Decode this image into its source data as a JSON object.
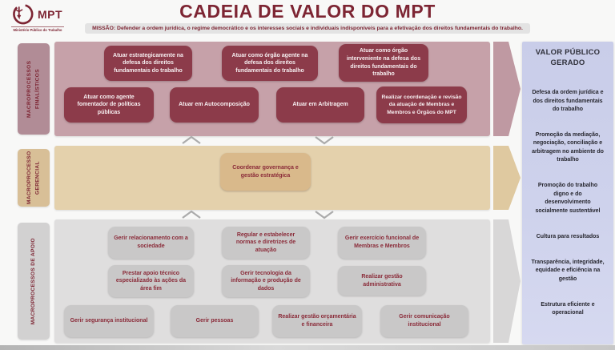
{
  "header": {
    "logo_text": "MPT",
    "logo_subtext": "Ministério Público do Trabalho",
    "title": "CADEIA DE VALOR DO MPT",
    "mission_label": "MISSÃO:",
    "mission_text": "Defender a ordem jurídica, o regime democrático e os interesses sociais e individuais indisponíveis para a efetivação dos direitos fundamentais do trabalho."
  },
  "bands": [
    {
      "label": "MACROPROCESSOS FINALÍSTICOS",
      "boxes": [
        "Atuar estrategicamente na defesa dos direitos fundamentais do trabalho",
        "Atuar como órgão agente na defesa dos direitos fundamentais do trabalho",
        "Atuar como órgão interveniente na defesa dos direitos fundamentais do trabalho",
        "Atuar como agente fomentador de políticas públicas",
        "Atuar em Autocomposição",
        "Atuar em Arbitragem",
        "Realizar coordenação e revisão da atuação de Membras e Membros e Órgãos do MPT"
      ]
    },
    {
      "label": "MACROPROCESSO GERENCIAL",
      "boxes": [
        "Coordenar governança e gestão estratégica"
      ]
    },
    {
      "label": "MACROPROCESSOS DE APOIO",
      "boxes": [
        "Gerir relacionamento com a sociedade",
        "Regular e estabelecer normas e diretrizes de atuação",
        "Gerir exercício funcional de Membras e Membros",
        "Prestar apoio técnico especializado às ações da área fim",
        "Gerir tecnologia da informação e produção de dados",
        "Realizar gestão administrativa",
        "Gerir segurança institucional",
        "Gerir pessoas",
        "Realizar gestão orçamentária e financeira",
        "Gerir comunicação institucional"
      ]
    }
  ],
  "value_panel": {
    "title": "VALOR PÚBLICO GERADO",
    "items": [
      "Defesa da ordem jurídica e dos direitos fundamentais do trabalho",
      "Promoção da mediação, negociação, conciliação e arbitragem no ambiente do trabalho",
      "Promoção do trabalho digno e do desenvolvimento socialmente sustentável",
      "Cultura para resultados",
      "Transparência, integridade, equidade e eficiência na gestão",
      "Estrutura eficiente e operacional"
    ]
  },
  "colors": {
    "accent_maroon": "#7d2533",
    "finalisticos_band": "#c6a1a9",
    "finalisticos_box": "#8c3b4a",
    "gerencial_band": "#e4d1ac",
    "gerencial_box": "#d9b98b",
    "apoio_band": "#dfdede",
    "apoio_box": "#c9c8c8",
    "value_panel_bg": "#ced2ec",
    "mission_bar_bg": "#e3e3e3"
  }
}
